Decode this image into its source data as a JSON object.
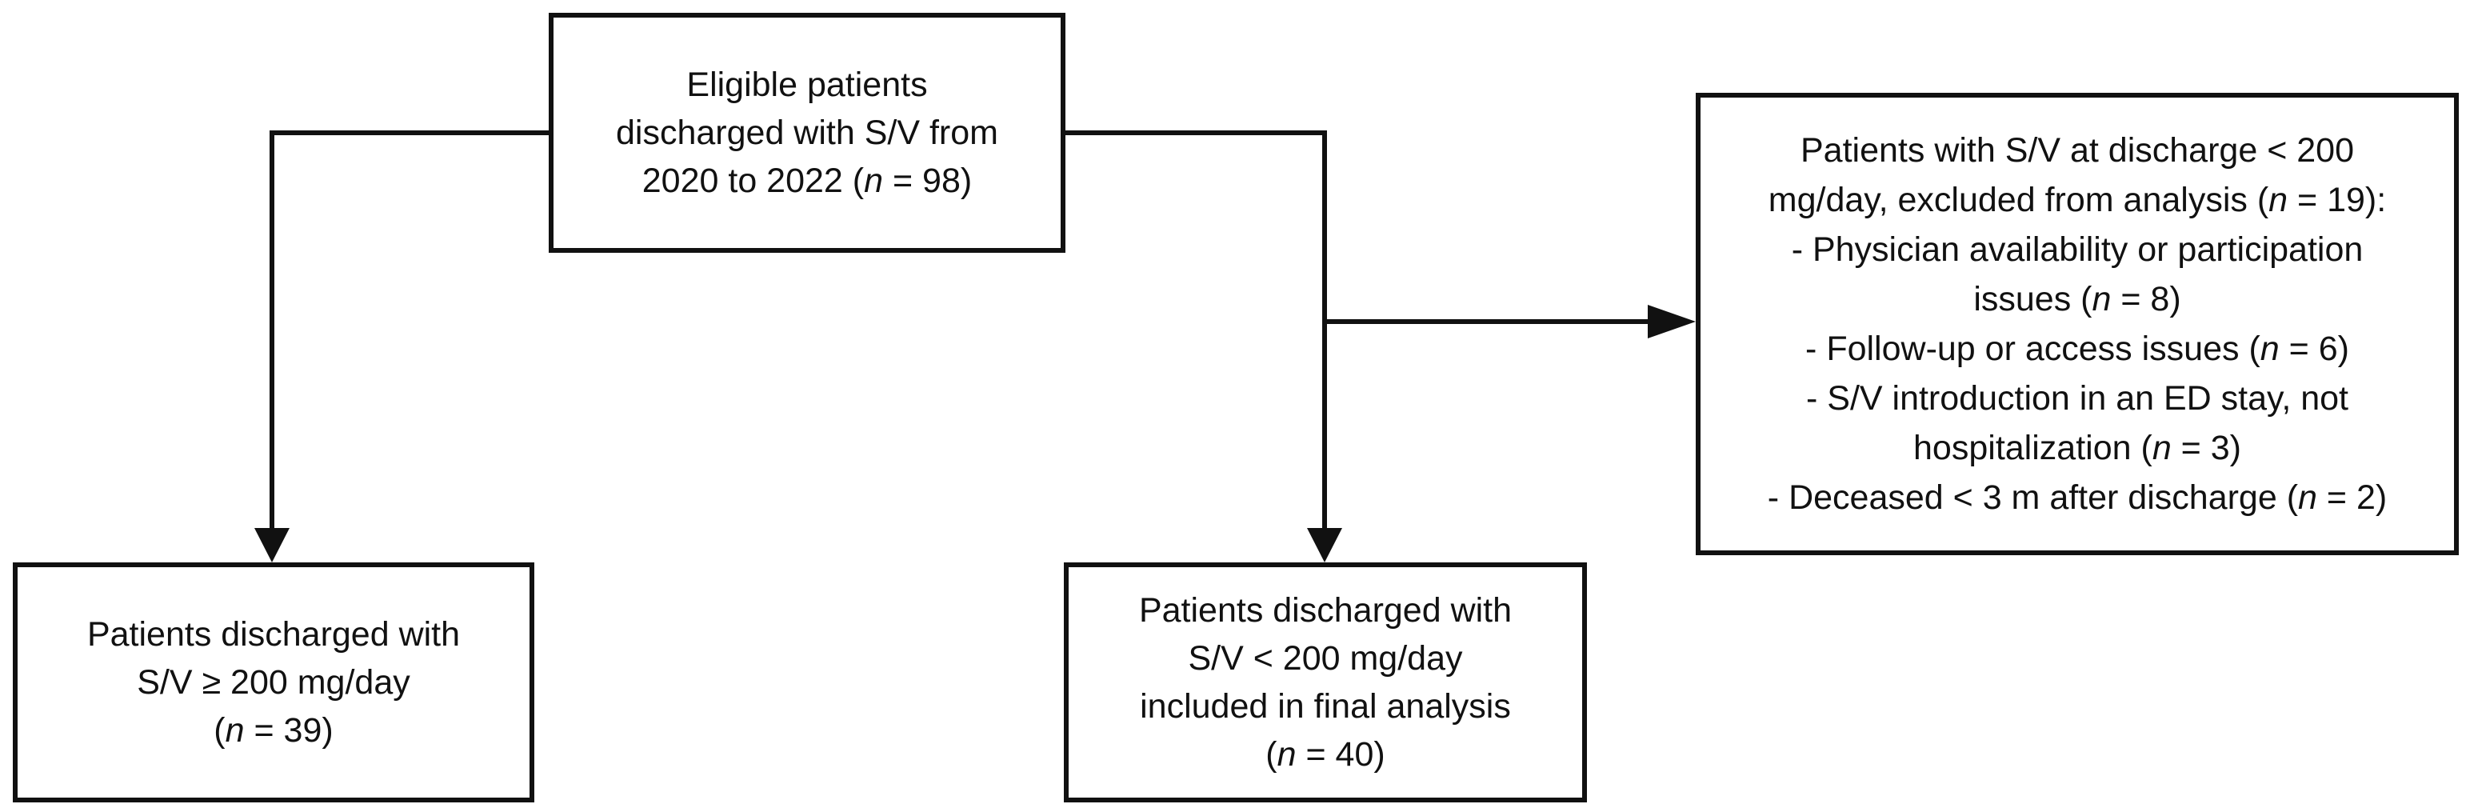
{
  "flowchart": {
    "top_box": {
      "lines": [
        "Eligible patients",
        "discharged with S/V from",
        "2020 to 2022 (n = 98)"
      ]
    },
    "left_box": {
      "lines": [
        "Patients discharged with",
        "S/V ≥ 200 mg/day",
        "(n = 39)"
      ]
    },
    "center_box": {
      "lines": [
        "Patients discharged with",
        "S/V < 200 mg/day",
        "included in final analysis",
        "(n = 40)"
      ]
    },
    "right_box": {
      "lines": [
        "Patients with S/V at discharge < 200",
        "mg/day, excluded from analysis (n = 19):",
        "- Physician availability or participation",
        "issues (n = 8)",
        "- Follow-up or access issues (n = 6)",
        "- S/V introduction in an ED stay, not",
        "hospitalization (n = 3)",
        "- Deceased < 3 m after discharge (n = 2)"
      ]
    }
  }
}
